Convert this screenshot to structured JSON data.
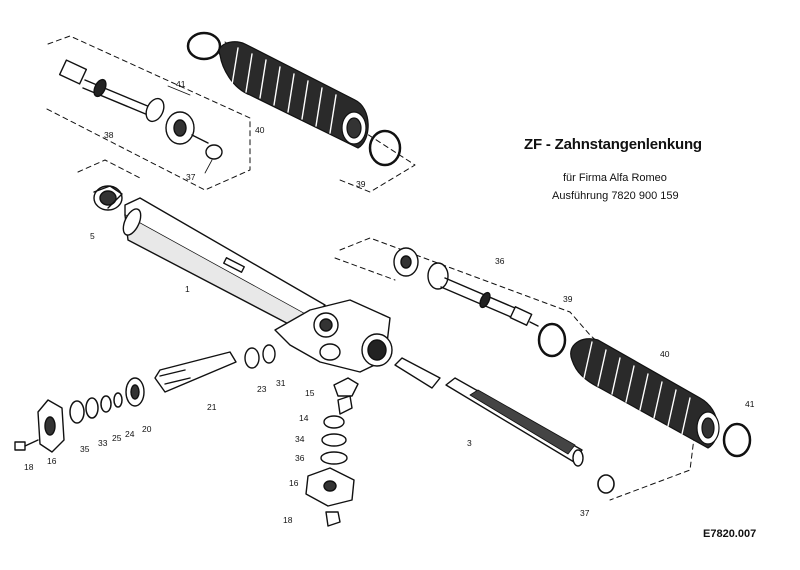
{
  "title": "ZF - Zahnstangenlenkung",
  "subtitle_line1": "für Firma Alfa Romeo",
  "subtitle_line2": "Ausführung 7820 900 159",
  "drawing_code": "E7820.007",
  "labels": {
    "l41a": "41",
    "l38": "38",
    "l40a": "40",
    "l37a": "37",
    "l39a": "39",
    "l5": "5",
    "l1": "1",
    "l36a": "36",
    "l39b": "39",
    "l40b": "40",
    "l41b": "41",
    "l3": "3",
    "l37b": "37",
    "l21": "21",
    "l23": "23",
    "l31": "31",
    "l15": "15",
    "l14": "14",
    "l34": "34",
    "l36b": "36",
    "l16a": "16",
    "l16b": "16",
    "l18a": "18",
    "l18b": "18",
    "l35": "35",
    "l33": "33",
    "l25": "25",
    "l24": "24",
    "l20": "20"
  }
}
